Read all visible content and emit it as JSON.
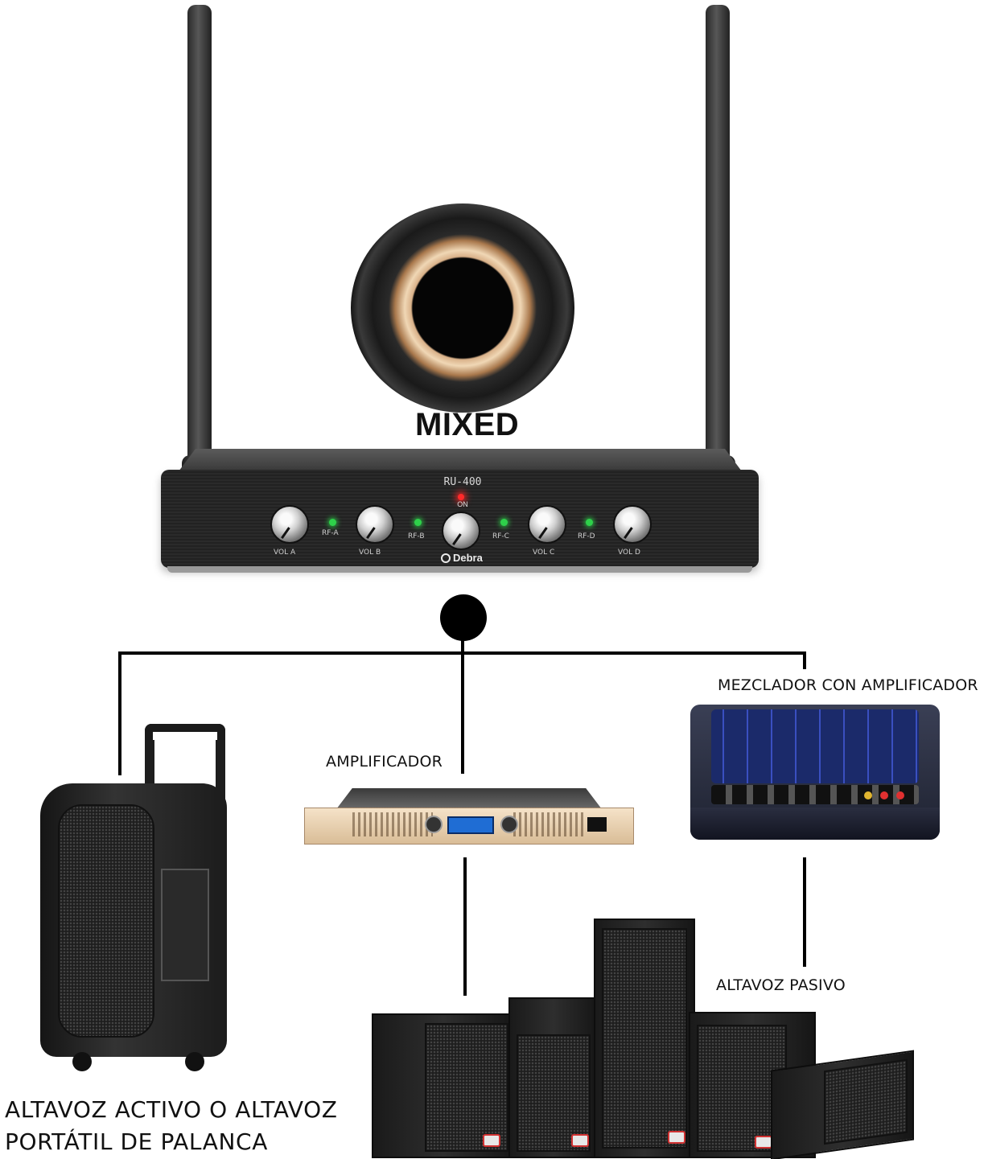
{
  "labels": {
    "mixed": "MIXED",
    "mixer_amp": "MEZCLADOR CON AMPLIFICADOR",
    "amplifier": "AMPLIFICADOR",
    "passive_speaker": "ALTAVOZ PASIVO",
    "active_speaker_line1": "ALTAVOZ ACTIVO O ALTAVOZ",
    "active_speaker_line2": "PORTÁTIL DE PALANCA"
  },
  "receiver": {
    "model": "RU-400",
    "power": "ON",
    "brand": "Debra",
    "channels": [
      "VOL A",
      "VOL B",
      "VOL C",
      "VOL D"
    ],
    "rf": [
      "RF-A",
      "RF-B",
      "RF-C",
      "RF-D"
    ]
  },
  "colors": {
    "line": "#000000",
    "led_on": "#2ed14a",
    "power_led": "#ff2a2a"
  }
}
